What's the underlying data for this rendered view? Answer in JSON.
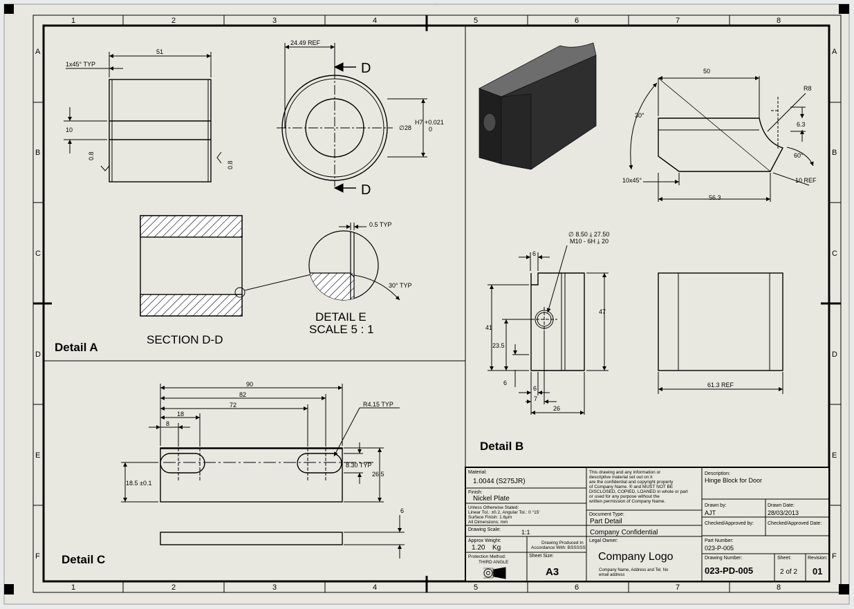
{
  "toolbar": {
    "icons": [
      "zoom-to-fit-icon",
      "zoom-area-icon",
      "pan-icon",
      "rotate-icon",
      "redraw-icon",
      "display-style-icon",
      "view-settings-icon"
    ]
  },
  "border": {
    "columns": [
      "1",
      "2",
      "3",
      "4",
      "5",
      "6",
      "7",
      "8"
    ],
    "rows": [
      "A",
      "B",
      "C",
      "D",
      "E",
      "F"
    ]
  },
  "detail_a": {
    "label": "Detail A",
    "section_label": "SECTION D-D",
    "detail_e_label": "DETAIL E",
    "detail_e_scale": "SCALE 5 : 1",
    "section_arrow": "D",
    "dims": {
      "chamfer": "1x45° TYP",
      "length": "51",
      "height": "10",
      "rough_left": "0.8",
      "rough_right": "0.8",
      "ref": "24.49 REF",
      "tol_h7": "H7 +0.021",
      "tol_zero": "0",
      "dia": "∅28",
      "typ_05": "0.5 TYP",
      "typ_30": "30° TYP"
    }
  },
  "detail_b": {
    "label": "Detail B",
    "dims": {
      "d50": "50",
      "r8": "R8",
      "a30": "30°",
      "d63": "6.3",
      "a60": "60°",
      "chamfer": "10x45°",
      "ref10": "10 REF",
      "d563": "56.3",
      "hole1": "∅ 8.50 ⤓ 27.50",
      "hole2": "M10 - 6H ⤓ 20",
      "d6a": "6",
      "d47": "47",
      "d41": "41",
      "d235": "23.5",
      "d6b": "6",
      "d6c": "6",
      "d7": "7",
      "d26": "26",
      "ref613": "61.3 REF"
    }
  },
  "detail_c": {
    "label": "Detail C",
    "dims": {
      "d90": "90",
      "d82": "82",
      "d72": "72",
      "d18": "18",
      "d8": "8",
      "r415": "R4.15 TYP",
      "d830": "8.30 TYP",
      "d265": "26.5",
      "d185": "18.5 ±0.1",
      "d6": "6"
    }
  },
  "title_block": {
    "material_label": "Material:",
    "material_value": "1.0044 (S275JR)",
    "finish_label": "Finish:",
    "finish_value": "Nickel Plate",
    "tol_line1": "Unless Otherwise Stated:",
    "tol_line2": "Linear Tol.: ±0.2, Angular Tol.: 0 °15'",
    "tol_line3": "Surface Finish: 1.6μm",
    "tol_line4": "All Dimensions: mm",
    "scale_label": "Drawing Scale:",
    "scale_value": "1:1",
    "weight_label": "Approx Weight:",
    "weight_value": "1.20",
    "weight_unit": "Kg",
    "produced_line1": "Drawing Produced In",
    "produced_line2": "Accordance With: BSSSSS",
    "projection_label": "Protection Method:",
    "projection_value": "THIRD ANGLE",
    "sheet_size_label": "Sheet Size:",
    "sheet_size_value": "A3",
    "notice_lines": [
      "This drawing and any information or",
      "descriptive material set out on it",
      "are the confidential and copyright property",
      "of Company Name. ® and MUST NOT BE",
      "DISCLOSED, COPIED, LOANED in whole or part",
      "or used for any purpose without the",
      "written permission of Company Name."
    ],
    "doc_type_label": "Document Type:",
    "doc_type_value": "Part Detail",
    "confidential": "Company Confidential",
    "legal_owner_label": "Legal Owner:",
    "company_logo": "Company Logo",
    "company_info_line1": "Company Name, Address and Tel. No",
    "company_info_line2": "email address",
    "description_label": "Description:",
    "description_value": "Hinge Block for Door",
    "drawn_by_label": "Drawn by:",
    "drawn_by_value": "AJT",
    "drawn_date_label": "Drawn Date:",
    "drawn_date_value": "28/03/2013",
    "checked_by_label": "Checked/Approved by:",
    "checked_date_label": "Checked/Approved Date:",
    "part_number_label": "Part Number:",
    "part_number_value": "023-P-005",
    "drawing_number_label": "Drawing Number:",
    "drawing_number_value": "023-PD-005",
    "sheet_label": "Sheet:",
    "sheet_value": "2 of 2",
    "revision_label": "Revision:",
    "revision_value": "01"
  }
}
